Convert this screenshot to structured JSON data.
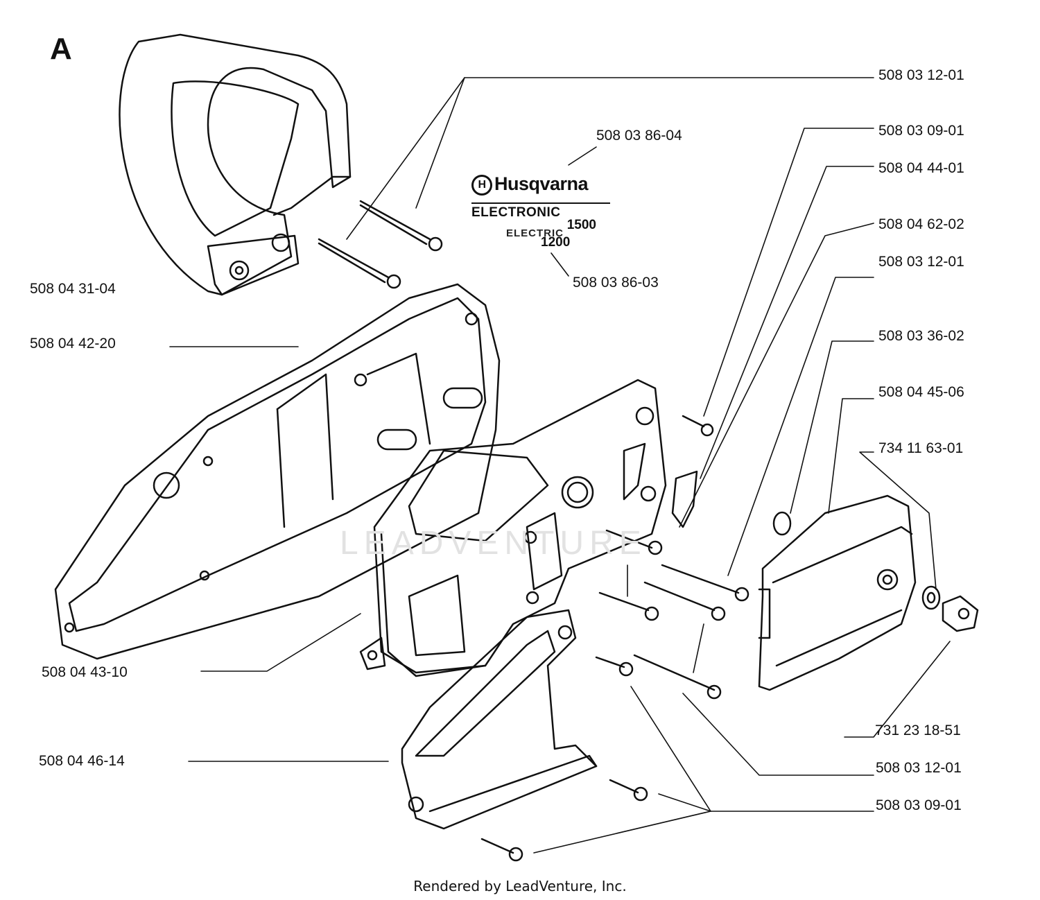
{
  "section_letter": "A",
  "logo": {
    "brand": "Husqvarna",
    "line1": "ELECTRONIC",
    "num1": "1500",
    "line2": "ELECTRIC",
    "num2": "1200"
  },
  "watermark": "LEADVENTURE",
  "labels": {
    "p1": "508 03 12-01",
    "p2": "508 03 86-04",
    "p3": "508 03 09-01",
    "p4": "508 04 44-01",
    "p5": "508 04 62-02",
    "p6": "508 03 12-01",
    "p7": "508 03 86-03",
    "p8": "508 04 31-04",
    "p9": "508 04 42-20",
    "p10": "508 03 36-02",
    "p11": "508 04 45-06",
    "p12": "734 11 63-01",
    "p13": "508 04 43-10",
    "p14": "731 23 18-51",
    "p15": "508 04 46-14",
    "p16": "508 03 12-01",
    "p17": "508 03 09-01"
  },
  "footer": "Rendered by LeadVenture, Inc."
}
